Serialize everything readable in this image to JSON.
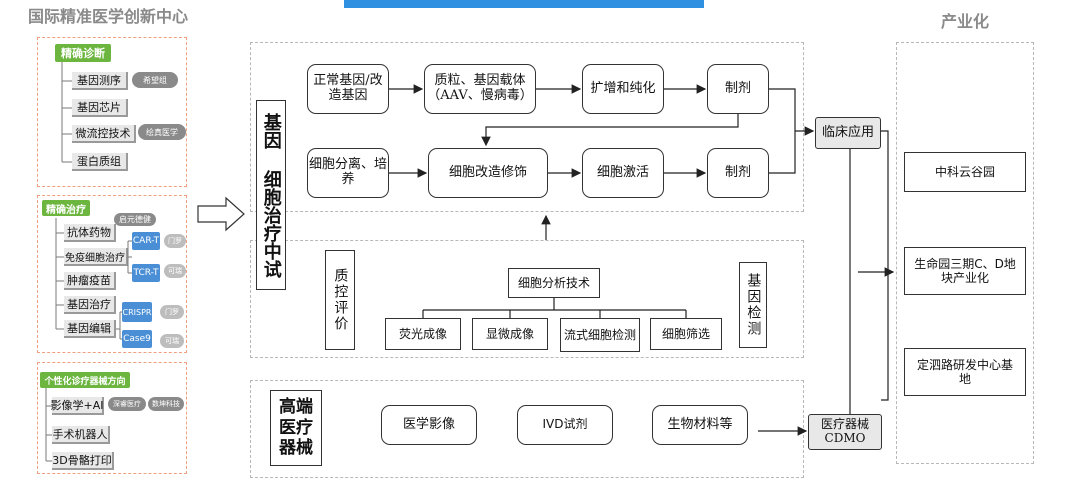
{
  "header": {
    "left_title": "国际精准医学创新中心",
    "right_title": "产业化"
  },
  "left_panel": {
    "diagnosis": {
      "tag": "精确诊断",
      "items": [
        "基因测序",
        "基因芯片",
        "微流控技术",
        "蛋白质组"
      ],
      "partners": [
        "希望组",
        "绘真医学"
      ]
    },
    "therapy": {
      "tag": "精确治疗",
      "items": [
        "抗体药物",
        "免疫细胞治疗",
        "肿瘤疫苗",
        "基因治疗",
        "基因编辑"
      ],
      "sub": [
        "CAR-T",
        "TCR-T",
        "CRISPR",
        "Case9"
      ],
      "partners": [
        "启元德健",
        "门罗",
        "可瑞",
        "门罗",
        "可瑞"
      ]
    },
    "devices": {
      "tag": "个性化诊疗器械方向",
      "items": [
        "影像学+AI",
        "手术机器人",
        "3D骨骼打印"
      ],
      "partners": [
        "深睿医疗",
        "数坤科技"
      ]
    }
  },
  "center": {
    "gene_cell_title": "基因  细胞治疗中试",
    "row1": [
      "正常基因/改造基因",
      "质粒、基因载体（AAV、慢病毒）",
      "扩增和纯化",
      "制剂"
    ],
    "row2": [
      "细胞分离、培养",
      "细胞改造修饰",
      "细胞激活",
      "制剂"
    ],
    "quality": "质控评价",
    "analysis": "细胞分析技术",
    "methods": [
      "荧光成像",
      "显微成像",
      "流式细胞检测",
      "细胞筛选"
    ],
    "gene_test": "基因检测",
    "device_title": "高端医疗器械",
    "devices": [
      "医学影像",
      "IVD试剂",
      "生物材料等"
    ],
    "clinical": "临床应用",
    "cdmo": "医疗器械CDMO"
  },
  "industry": {
    "items": [
      "中科云谷园",
      "生命园三期C、D地块产业化",
      "定泗路研发中心基地"
    ]
  }
}
